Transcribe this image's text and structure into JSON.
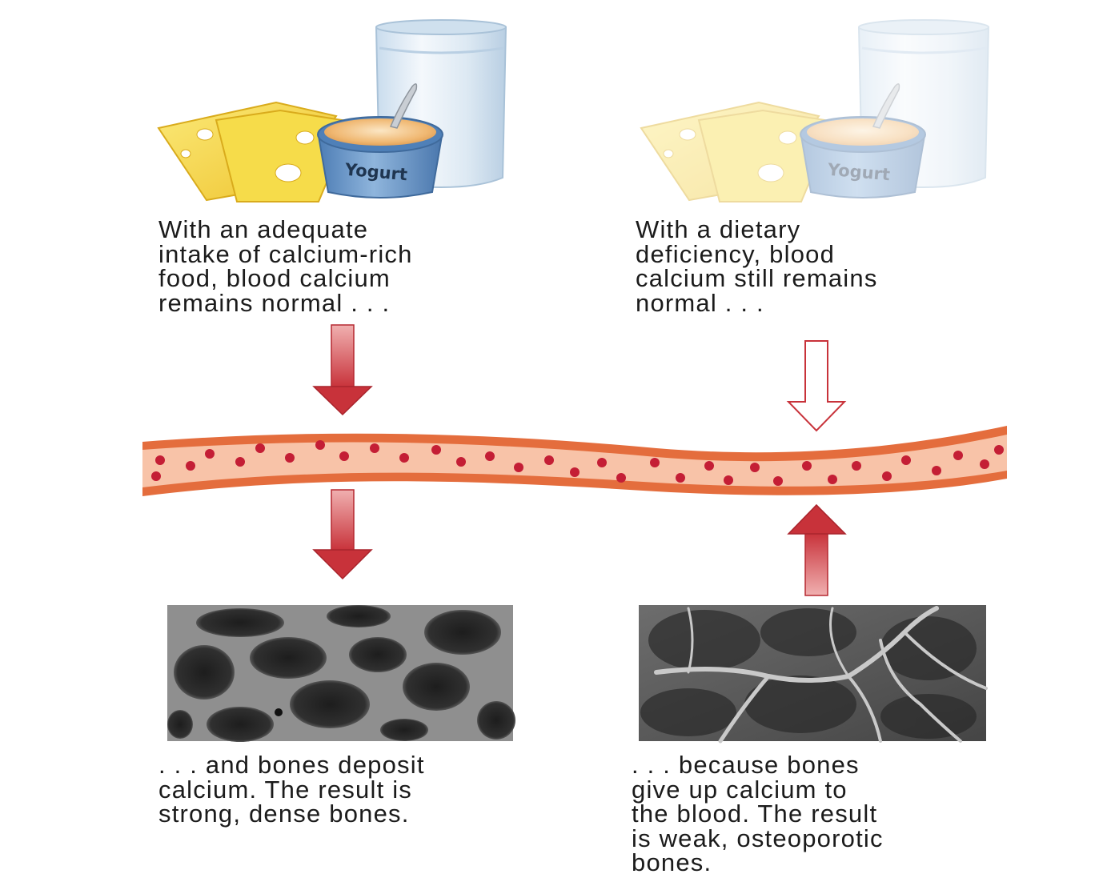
{
  "colors": {
    "arrow_red": "#c8323a",
    "vessel_wall": "#e0703f",
    "vessel_inner": "#f7c2a6",
    "blood_cell": "#c41e35",
    "cheese": "#f3d33b",
    "yogurt_cup": "#6f9bc9",
    "milk_glass": "#dde8f2"
  },
  "left": {
    "food_items": [
      "cheese-slices",
      "yogurt-cup",
      "milk-glass"
    ],
    "yogurt_label": "Yogurt",
    "caption_top": {
      "line1": "With an adequate",
      "line2": "intake of calcium-rich",
      "line3": "food, blood calcium",
      "line4": "remains normal . . ."
    },
    "arrow_intake": "solid-down",
    "arrow_bone": "solid-down",
    "bone_image": "dense-bone-micrograph",
    "caption_bottom": {
      "line1": ". . . and bones deposit",
      "line2": "calcium. The result is",
      "line3": "strong, dense bones."
    }
  },
  "right": {
    "food_items": [
      "cheese-slices-faded",
      "yogurt-cup-faded",
      "milk-glass-faded"
    ],
    "yogurt_label": "Yogurt",
    "caption_top": {
      "line1": "With a dietary",
      "line2": "deficiency, blood",
      "line3": "calcium still remains",
      "line4": "normal . . ."
    },
    "arrow_intake": "hollow-down",
    "arrow_bone": "solid-up",
    "bone_image": "osteoporotic-bone-micrograph",
    "caption_bottom": {
      "line1": ". . . because bones",
      "line2": "give up calcium to",
      "line3": "the blood. The result",
      "line4": "is weak, osteoporotic",
      "line5": "bones."
    }
  }
}
